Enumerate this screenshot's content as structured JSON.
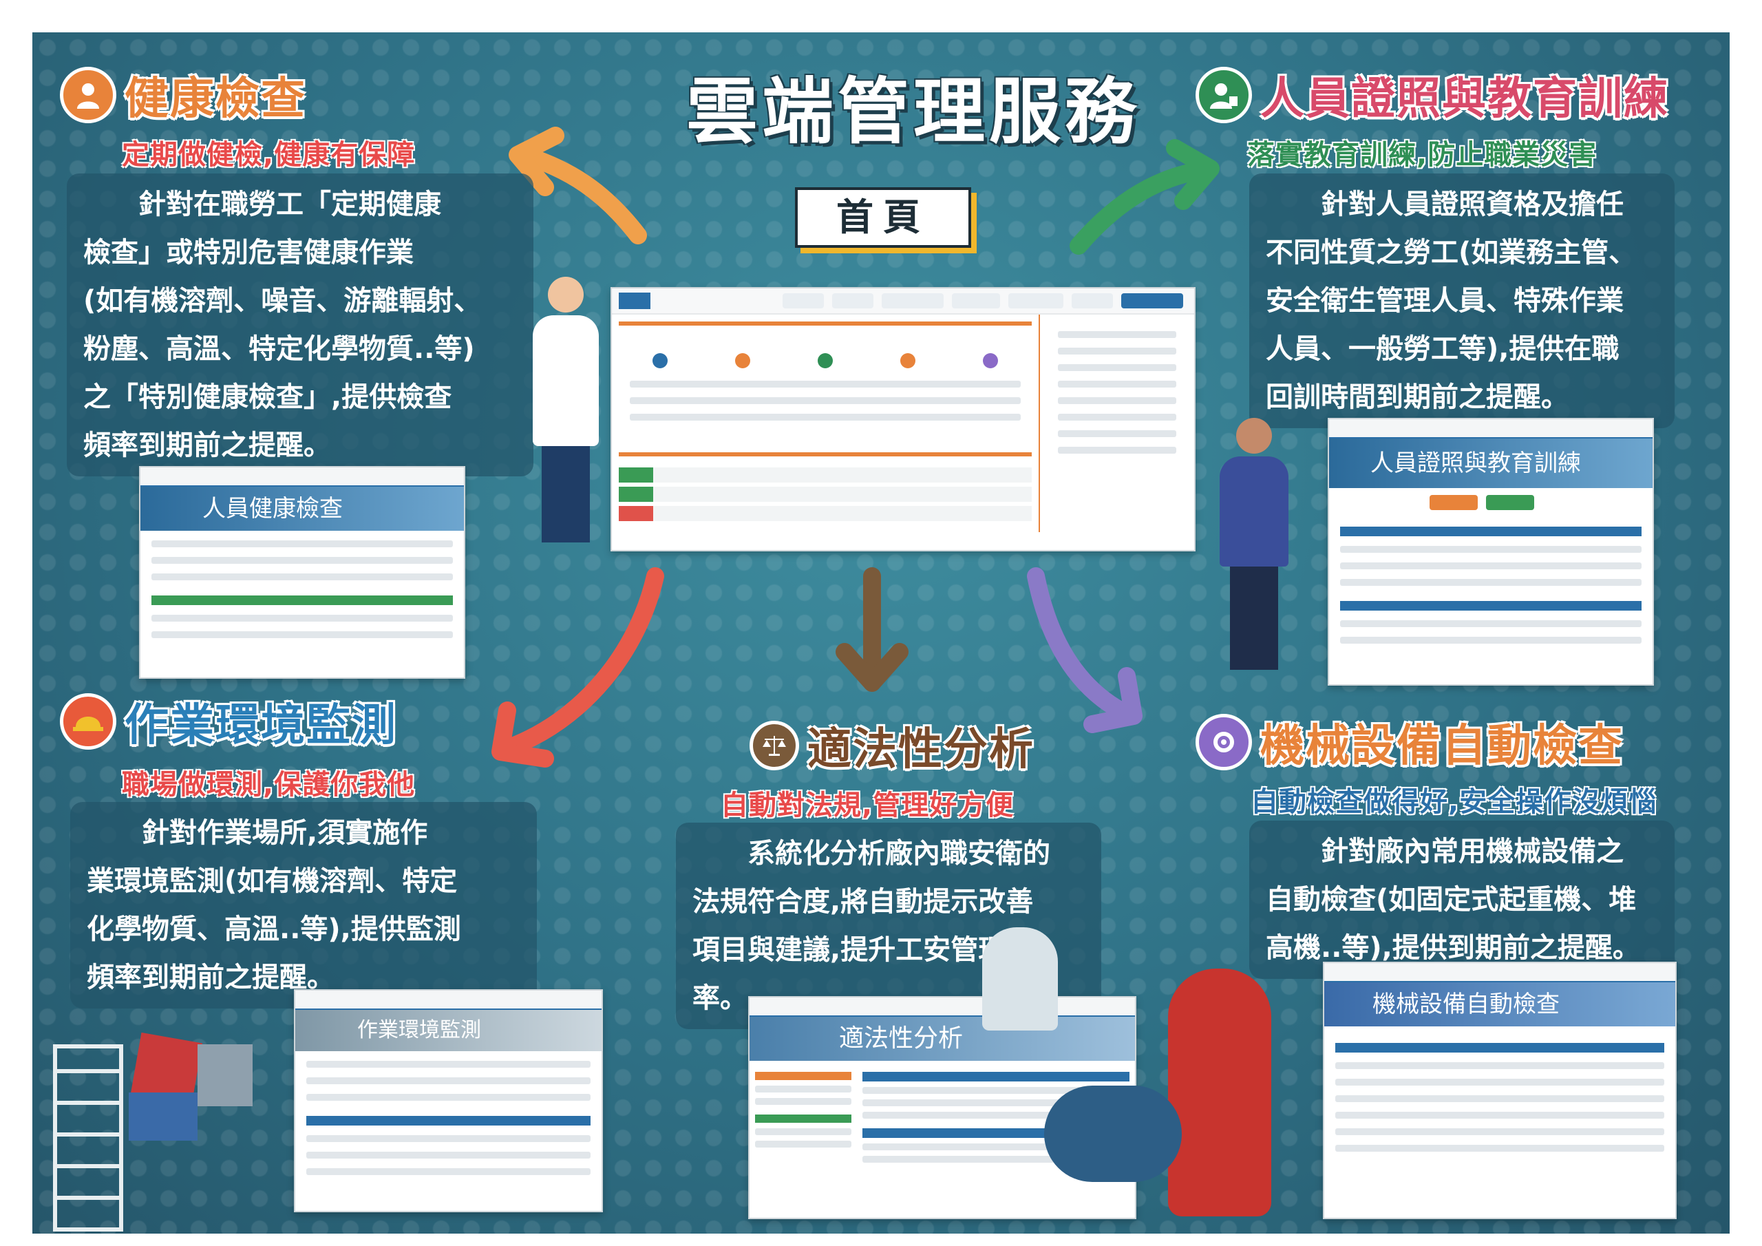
{
  "title": "雲端管理服務",
  "home_label": "首頁",
  "health": {
    "title": "健康檢查",
    "subtitle": "定期做健檢,健康有保障",
    "lines": [
      "針對在職勞工「定期健康",
      "檢查」或特別危害健康作業",
      "(如有機溶劑、噪音、游離輻射、",
      "粉塵、高溫、特定化學物質..等)",
      "之「特別健康檢查」,提供檢查",
      "頻率到期前之提醒。"
    ],
    "screenshot_banner": "人員健康檢查"
  },
  "license": {
    "title": "人員證照與教育訓練",
    "subtitle": "落實教育訓練,防止職業災害",
    "lines": [
      "針對人員證照資格及擔任",
      "不同性質之勞工(如業務主管、",
      "安全衛生管理人員、特殊作業",
      "人員、一般勞工等),提供在職",
      "回訓時間到期前之提醒。"
    ],
    "screenshot_banner": "人員證照與教育訓練"
  },
  "environment": {
    "title": "作業環境監測",
    "subtitle": "職場做環測,保護你我他",
    "lines": [
      "針對作業場所,須實施作",
      "業環境監測(如有機溶劑、特定",
      "化學物質、高溫..等),提供監測",
      "頻率到期前之提醒。"
    ],
    "screenshot_banner": "作業環境監測"
  },
  "legal": {
    "title": "適法性分析",
    "subtitle": "自動對法規,管理好方便",
    "lines": [
      "系統化分析廠內職安衛的",
      "法規符合度,將自動提示改善",
      "項目與建議,提升工安管理效",
      "率。"
    ],
    "screenshot_banner": "適法性分析"
  },
  "machine": {
    "title": "機械設備自動檢查",
    "subtitle": "自動檢查做得好,安全操作沒煩惱",
    "lines": [
      "針對廠內常用機械設備之",
      "自動檢查(如固定式起重機、堆",
      "高機..等),提供到期前之提醒。"
    ],
    "screenshot_banner": "機械設備自動檢查"
  },
  "colors": {
    "health": "#e8833a",
    "license": "#2f8f55",
    "environment": "#e8833a",
    "legal": "#7a5a3a",
    "machine": "#e8833a",
    "subtitle": "#e84a4a"
  },
  "icons": {
    "health": "person-health-icon",
    "license": "person-badge-icon",
    "environment": "hard-hat-icon",
    "legal": "scale-icon",
    "machine": "gear-check-icon"
  }
}
